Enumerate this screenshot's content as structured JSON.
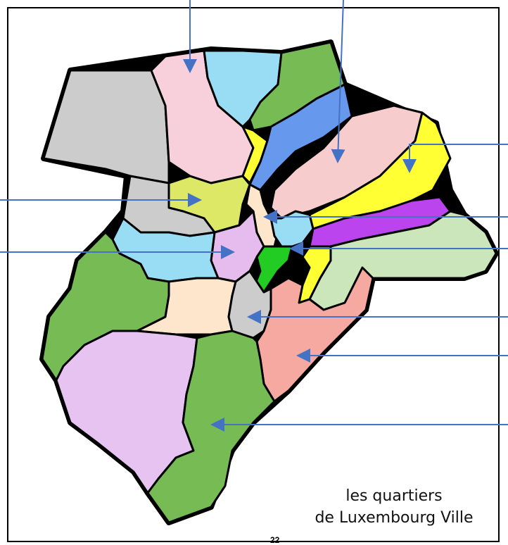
{
  "map": {
    "title_line1": "les quartiers",
    "title_line2": "de Luxembourg Ville",
    "page_number": "22",
    "colors": {
      "border": "#000000",
      "arrow": "#4472c4",
      "grey": "#cccccc",
      "pink": "#f7d0dc",
      "light_blue": "#99ddf5",
      "green": "#77bb55",
      "bright_green": "#22cc22",
      "yellow": "#ffff33",
      "yellow_green": "#dde866",
      "blue": "#6699ee",
      "salmon_pink": "#f7cccc",
      "purple": "#bb44ee",
      "pale_green": "#cce6bb",
      "lavender": "#e6bbee",
      "peach": "#fde6cc",
      "salmon": "#f5a9a0",
      "light_lavender": "#e6c3f0"
    }
  }
}
